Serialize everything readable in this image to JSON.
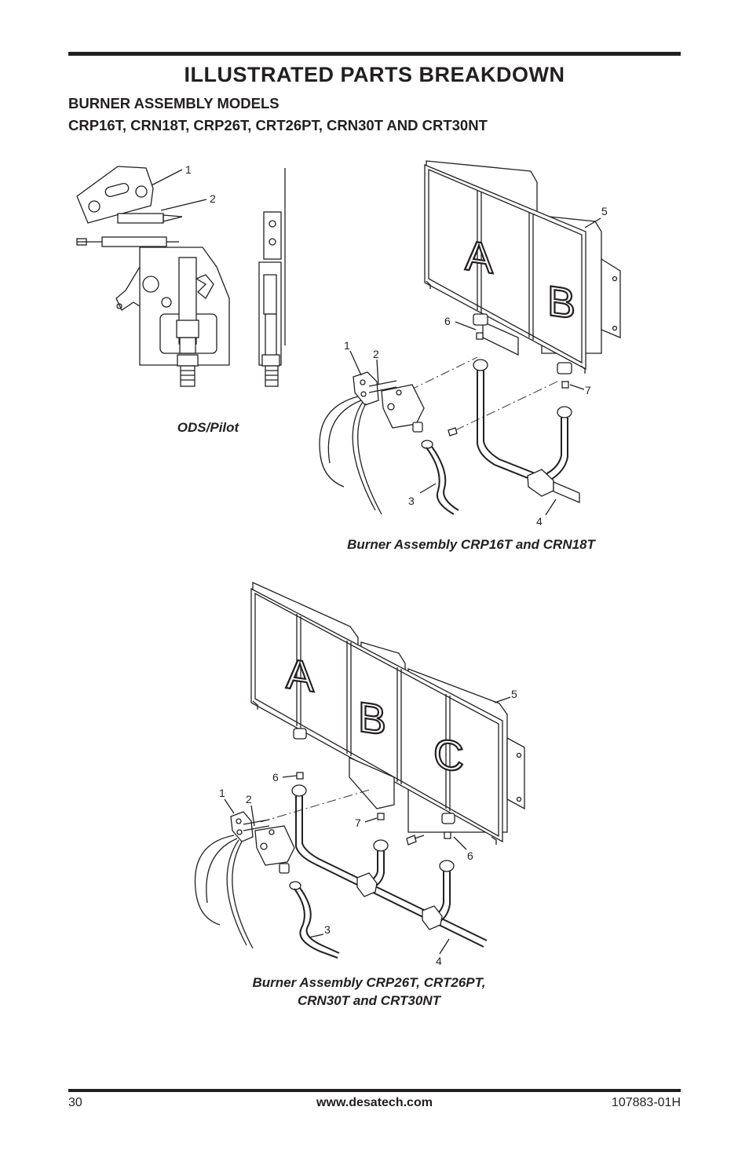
{
  "header": {
    "title": "ILLUSTRATED PARTS BREAKDOWN",
    "subtitle_line1": "BURNER ASSEMBLY MODELS",
    "subtitle_line2": "CRP16T, CRN18T, CRP26T, CRT26PT, CRN30T AND CRT30NT"
  },
  "figures": {
    "ods_pilot": {
      "caption": "ODS/Pilot",
      "callouts": [
        "1",
        "2"
      ]
    },
    "burner_small": {
      "caption": "Burner Assembly CRP16T and CRN18T",
      "burner_letters": [
        "A",
        "B"
      ],
      "callouts": [
        "1",
        "2",
        "3",
        "4",
        "5",
        "6",
        "7"
      ]
    },
    "burner_large": {
      "caption_line1": "Burner Assembly CRP26T, CRT26PT,",
      "caption_line2": "CRN30T and CRT30NT",
      "burner_letters": [
        "A",
        "B",
        "C"
      ],
      "callouts": [
        "1",
        "2",
        "3",
        "4",
        "5",
        "6",
        "7",
        "6"
      ]
    }
  },
  "footer": {
    "page_number": "30",
    "website": "www.desatech.com",
    "document_code": "107883-01H"
  }
}
